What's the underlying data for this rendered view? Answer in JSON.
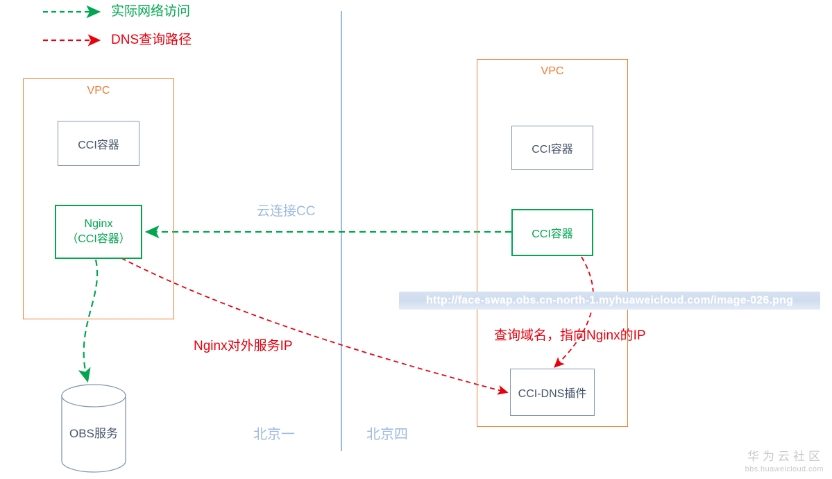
{
  "legend": {
    "items": [
      {
        "label": "实际网络访问",
        "color": "#00a650",
        "icon": "dashed-arrow-right-icon"
      },
      {
        "label": "DNS查询路径",
        "color": "#e8000d",
        "icon": "dashed-arrow-right-icon"
      }
    ]
  },
  "left_vpc": {
    "title": "VPC",
    "nodes": [
      {
        "label": "CCI容器",
        "style": "gray"
      },
      {
        "label_line1": "Nginx",
        "label_line2": "（CCI容器）",
        "style": "green"
      }
    ]
  },
  "right_vpc": {
    "title": "VPC",
    "nodes": [
      {
        "label": "CCI容器",
        "style": "gray"
      },
      {
        "label": "CCI容器",
        "style": "green"
      },
      {
        "label": "CCI-DNS插件",
        "style": "gray"
      }
    ]
  },
  "storage": {
    "label": "OBS服务"
  },
  "connections": {
    "cloud_connect": "云连接CC",
    "nginx_public_ip": "Nginx对外服务IP",
    "dns_query": "查询域名，指向Nginx的IP"
  },
  "regions": {
    "left": "北京一",
    "right": "北京四"
  },
  "watermark": {
    "url_banner": "http://face-swap.obs.cn-north-1.myhuaweicloud.com/image-026.png",
    "brand_cn": "华为云社区",
    "brand_site": "bbs.huaweicloud.com"
  },
  "colors": {
    "green": "#00a650",
    "red": "#e8000d",
    "vpc_orange": "#ed7d31",
    "node_gray": "#8496b0",
    "text_slate": "#44546a",
    "light_blue": "#9dbbe0"
  }
}
